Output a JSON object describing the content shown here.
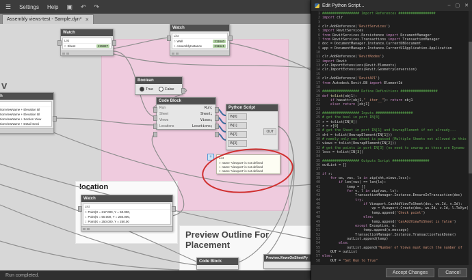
{
  "menubar": {
    "settings": "Settings",
    "help": "Help"
  },
  "icons": {
    "hamburger": "☰",
    "undo": "↶",
    "redo": "↷",
    "camera": "▣",
    "minimize": "–",
    "maximize": "▢",
    "close": "✕",
    "tab_close": "✕"
  },
  "tab": {
    "title": "Assembly views-test - Sample.dyn*"
  },
  "statusbar": {
    "text": "Run completed."
  },
  "colors": {
    "group_pink": "#f2cadf",
    "value_chip_green": "#b5d6a7",
    "wire_blue": "#3d6f9e",
    "annotation_red": "#d03030"
  },
  "canvas": {
    "groups": {
      "location_label": "location",
      "preview_label": "Preview Outline For Placement",
      "left_partial_label": "v"
    },
    "nodes": {
      "watch_sheet": {
        "title": "Watch",
        "list_label": "List",
        "rows": [
          {
            "i": "0",
            "t": "Sheet",
            "v": "215827"
          }
        ]
      },
      "watch_elements": {
        "title": "Watch",
        "list_label": "List",
        "rows": [
          {
            "i": "0",
            "t": "Wall",
            "v": "211640"
          },
          {
            "i": "1",
            "t": "AssemblyInstance",
            "v": "211641"
          }
        ]
      },
      "watch_views": {
        "title": "Watch",
        "list_label": "List",
        "rows": [
          {
            "i": "0",
            "t": "SectionViewName + Elevation Bl"
          },
          {
            "i": "1",
            "t": "SectionViewName + Elevation Bl"
          },
          {
            "i": "2",
            "t": "SectionViewName + Section View"
          },
          {
            "i": "3",
            "t": "SectionViewName + Detail Secti"
          }
        ]
      },
      "boolean": {
        "title": "Boolean",
        "options": [
          "True",
          "False"
        ],
        "selected": "True"
      },
      "codeblock": {
        "title": "Code Block",
        "lines": [
          {
            "p": "Run",
            "c": "Run;"
          },
          {
            "p": "Sheet",
            "c": "Sheet;"
          },
          {
            "p": "Views",
            "c": "Views;"
          },
          {
            "p": "Locations",
            "c": "Locations;"
          }
        ]
      },
      "python": {
        "title": "Python Script",
        "inputs": [
          "IN[0]",
          "IN[1]",
          "IN[2]",
          "IN[3]"
        ],
        "output": "OUT"
      },
      "watch_points": {
        "title": "Watch",
        "list_label": "List",
        "rows": [
          {
            "i": "0",
            "t": "Point(X = 217.000, Y = 50.000,"
          },
          {
            "i": "1",
            "t": "Point(X = 50.000, Y = 250.000,"
          },
          {
            "i": "2",
            "t": "Point(X = 250.000, Y = 250.00"
          }
        ]
      },
      "codeblock2": {
        "title": "Code Block"
      },
      "preview_node": {
        "title": "Preview.ViewsOnSheetPy"
      }
    },
    "warning": {
      "header": "List",
      "lines": [
        "name 'Viewport' is not defined",
        "name 'Viewport' is not defined",
        "name 'Viewport' is not defined"
      ]
    }
  },
  "editor": {
    "title": "Edit Python Script...",
    "buttons": {
      "accept": "Accept Changes",
      "cancel": "Cancel"
    },
    "code": [
      [
        [
          "c",
          "################## Import References ##################"
        ]
      ],
      [
        [
          "k",
          "import "
        ],
        [
          "w",
          "clr"
        ]
      ],
      [],
      [
        [
          "w",
          "clr.AddReference("
        ],
        [
          "s",
          "'RevitServices'"
        ],
        [
          "w",
          ")"
        ]
      ],
      [
        [
          "k",
          "import "
        ],
        [
          "w",
          "RevitServices"
        ]
      ],
      [
        [
          "k",
          "from "
        ],
        [
          "w",
          "RevitServices.Persistence "
        ],
        [
          "k",
          "import "
        ],
        [
          "w",
          "DocumentManager"
        ]
      ],
      [
        [
          "k",
          "from "
        ],
        [
          "w",
          "RevitServices.Transactions "
        ],
        [
          "k",
          "import "
        ],
        [
          "w",
          "TransactionManager"
        ]
      ],
      [
        [
          "w",
          "doc = DocumentManager.Instance.CurrentDBDocument"
        ]
      ],
      [
        [
          "w",
          "app = DocumentManager.Instance.CurrentUIApplication.Application"
        ]
      ],
      [],
      [
        [
          "w",
          "clr.AddReference("
        ],
        [
          "s",
          "'RevitNodes'"
        ],
        [
          "w",
          ")"
        ]
      ],
      [
        [
          "k",
          "import "
        ],
        [
          "w",
          "Revit"
        ]
      ],
      [
        [
          "w",
          "clr.ImportExtensions(Revit.Elements)"
        ]
      ],
      [
        [
          "w",
          "clr.ImportExtensions(Revit.GeometryConversion)"
        ]
      ],
      [],
      [
        [
          "w",
          "clr.AddReference("
        ],
        [
          "s",
          "'RevitAPI'"
        ],
        [
          "w",
          ")"
        ]
      ],
      [
        [
          "k",
          "from "
        ],
        [
          "w",
          "Autodesk.Revit.DB "
        ],
        [
          "k",
          "import "
        ],
        [
          "w",
          "ElementId"
        ]
      ],
      [],
      [
        [
          "c",
          "################## Define Definitions ##################"
        ]
      ],
      [
        [
          "k",
          "def "
        ],
        [
          "y",
          "tolist"
        ],
        [
          "w",
          "(obj1):"
        ]
      ],
      [
        [
          "w",
          "    "
        ],
        [
          "k",
          "if "
        ],
        [
          "w",
          "hasattr(obj1,"
        ],
        [
          "s",
          "\"__iter__\""
        ],
        [
          "w",
          "): "
        ],
        [
          "k",
          "return "
        ],
        [
          "w",
          "obj1"
        ]
      ],
      [
        [
          "w",
          "    "
        ],
        [
          "k",
          "else"
        ],
        [
          "w",
          ": "
        ],
        [
          "k",
          "return "
        ],
        [
          "w",
          "[obj1]"
        ]
      ],
      [],
      [
        [
          "c",
          "################## Inputs ##################"
        ]
      ],
      [
        [
          "c",
          "# get the bool in port IN[0]"
        ]
      ],
      [
        [
          "w",
          "r = tolist(IN["
        ],
        [
          "n",
          "0"
        ],
        [
          "w",
          "])"
        ]
      ],
      [
        [
          "w",
          "r = r["
        ],
        [
          "n",
          "0"
        ],
        [
          "w",
          "]"
        ]
      ],
      [
        [
          "c",
          "# get the Sheet in port IN[1] and UnwrapElement if not already..."
        ]
      ],
      [
        [
          "w",
          "sht = tolist(UnwrapElement(IN["
        ],
        [
          "n",
          "1"
        ],
        [
          "w",
          "]))"
        ]
      ],
      [
        [
          "c",
          "# namely only one sheet is passed (Multiple Sheets not allowed in this"
        ]
      ],
      [
        [
          "w",
          "views = tolist(UnwrapElement(IN["
        ],
        [
          "n",
          "2"
        ],
        [
          "w",
          "]))"
        ]
      ],
      [
        [
          "c",
          "# get the points in port IN[3] (no need to unwrap as these are Dynamo"
        ]
      ],
      [
        [
          "w",
          "locs = tolist(IN["
        ],
        [
          "n",
          "3"
        ],
        [
          "w",
          "])"
        ]
      ],
      [],
      [
        [
          "c",
          "################## Outputs Script ##################"
        ]
      ],
      [
        [
          "w",
          "outList = []"
        ]
      ],
      [],
      [
        [
          "k",
          "if "
        ],
        [
          "w",
          "r:"
        ]
      ],
      [
        [
          "w",
          "    "
        ],
        [
          "k",
          "for "
        ],
        [
          "w",
          "ws, vws, ls "
        ],
        [
          "k",
          "in "
        ],
        [
          "w",
          "zip(sht,views,locs):"
        ]
      ],
      [
        [
          "w",
          "        "
        ],
        [
          "k",
          "if "
        ],
        [
          "w",
          "len(vws) == len(ls):"
        ]
      ],
      [
        [
          "w",
          "            temp = []"
        ]
      ],
      [
        [
          "w",
          "            "
        ],
        [
          "k",
          "for "
        ],
        [
          "w",
          "v, l "
        ],
        [
          "k",
          "in "
        ],
        [
          "w",
          "zip(vws, ls):"
        ]
      ],
      [
        [
          "w",
          "                TransactionManager.Instance.EnsureInTransaction(doc)"
        ]
      ],
      [
        [
          "w",
          "                "
        ],
        [
          "k",
          "try"
        ],
        [
          "w",
          ":"
        ]
      ],
      [
        [
          "w",
          "                    "
        ],
        [
          "k",
          "if "
        ],
        [
          "w",
          "Viewport.CanAddViewToSheet(doc, ws.Id, v.Id):"
        ]
      ],
      [
        [
          "w",
          "                        vp = Viewport.Create(doc, ws.Id, v.Id, l.ToXyz())"
        ]
      ],
      [
        [
          "w",
          "                        temp.append("
        ],
        [
          "s",
          "'Check point'"
        ],
        [
          "w",
          ")"
        ]
      ],
      [
        [
          "w",
          "                    "
        ],
        [
          "k",
          "else"
        ],
        [
          "w",
          ":"
        ]
      ],
      [
        [
          "w",
          "                        temp.append("
        ],
        [
          "s",
          "'CanAddViewToSheet is false'"
        ],
        [
          "w",
          ")"
        ]
      ],
      [
        [
          "w",
          "                "
        ],
        [
          "k",
          "except "
        ],
        [
          "w",
          "Exception, e:"
        ]
      ],
      [
        [
          "w",
          "                    temp.append(e.message)"
        ]
      ],
      [
        [
          "w",
          "                TransactionManager.Instance.TransactionTaskDone()"
        ]
      ],
      [
        [
          "w",
          "            outList.append(temp)"
        ]
      ],
      [
        [
          "w",
          "        "
        ],
        [
          "k",
          "else"
        ],
        [
          "w",
          ":"
        ]
      ],
      [
        [
          "w",
          "            outList.append("
        ],
        [
          "s",
          "\"Number of Views must match the number of"
        ]
      ],
      [
        [
          "w",
          "    OUT = outList"
        ]
      ],
      [
        [
          "k",
          "else"
        ],
        [
          "w",
          ":"
        ]
      ],
      [
        [
          "w",
          "    OUT = "
        ],
        [
          "s",
          "\"Set Run to True\""
        ]
      ]
    ]
  }
}
